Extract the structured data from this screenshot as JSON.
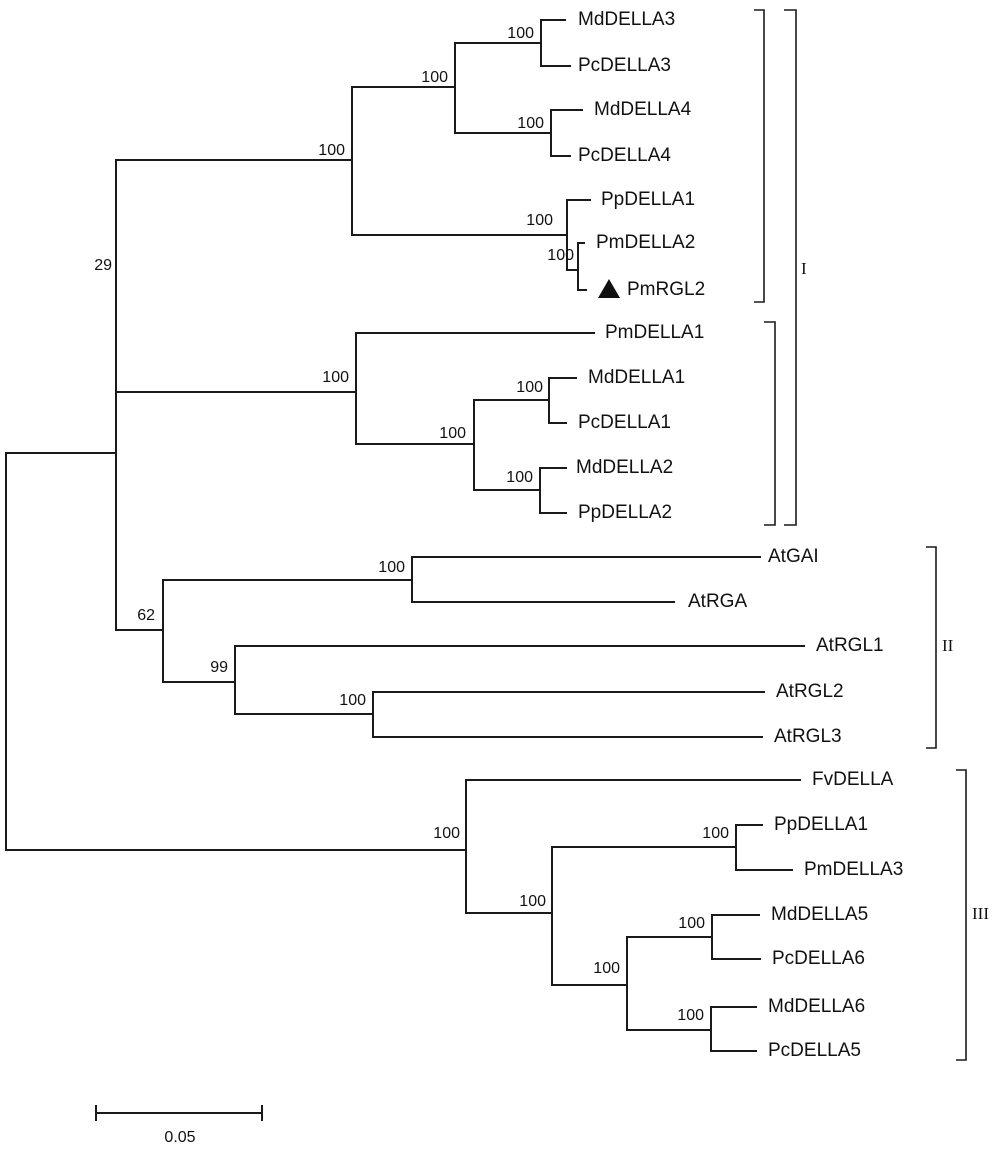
{
  "leaves": {
    "md_della3": "MdDELLA3",
    "pc_della3": "PcDELLA3",
    "md_della4": "MdDELLA4",
    "pc_della4": "PcDELLA4",
    "pp_della1_a": "PpDELLA1",
    "pm_della2": "PmDELLA2",
    "pm_rgl2": "PmRGL2",
    "pm_della1": "PmDELLA1",
    "md_della1": "MdDELLA1",
    "pc_della1": "PcDELLA1",
    "md_della2": "MdDELLA2",
    "pp_della2": "PpDELLA2",
    "at_gai": "AtGAI",
    "at_rga": "AtRGA",
    "at_rgl1": "AtRGL1",
    "at_rgl2": "AtRGL2",
    "at_rgl3": "AtRGL3",
    "fv_della": "FvDELLA",
    "pp_della1_b": "PpDELLA1",
    "pm_della3": "PmDELLA3",
    "md_della5": "MdDELLA5",
    "pc_della6": "PcDELLA6",
    "md_della6": "MdDELLA6",
    "pc_della5": "PcDELLA5"
  },
  "bootstrap": {
    "md3_pc3": "100",
    "md3_pc4": "100",
    "md4_pc4": "100",
    "upper_subclade": "100",
    "pp1_pm2_rgl2": "100",
    "pm2_rgl2": "100",
    "clade_i_root": "29",
    "lower_subclade": "100",
    "md1_pp2": "100",
    "md1_pc1": "100",
    "md2_pp2": "100",
    "at_clade": "62",
    "gai_rga": "100",
    "rgl_group": "99",
    "rgl2_rgl3": "100",
    "clade_iii": "100",
    "pp1_pc5": "100",
    "pp1_pm3": "100",
    "md5_pc5": "100",
    "md5_pc6": "100",
    "md6_pc5": "100"
  },
  "clades": {
    "group_i": "I",
    "group_ii": "II",
    "group_iii": "III"
  },
  "scale_bar": {
    "label": "0.05"
  },
  "marker": {
    "name": "triangle-marker"
  }
}
